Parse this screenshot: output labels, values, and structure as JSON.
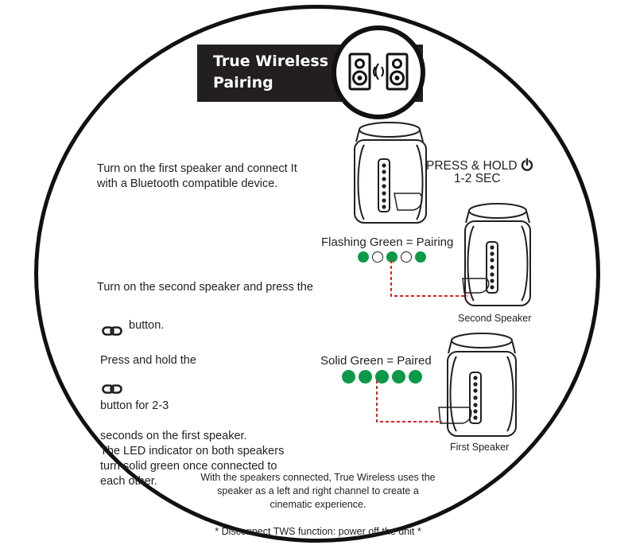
{
  "header": {
    "title": "True Wireless\nPairing",
    "icon": "speakers-wireless-icon"
  },
  "press_hold": {
    "line1": "PRESS & HOLD",
    "line2": "1-2 SEC",
    "icon": "power-icon"
  },
  "steps": [
    {
      "text": "Turn on the first speaker and connect It\nwith a Bluetooth compatible device."
    },
    {
      "text_before": "Turn on the second speaker and press the",
      "text_after": "button.",
      "icon": "tws-link-icon"
    },
    {
      "text_before": "Press and hold the",
      "text_after": "button for 2-3",
      "text_rest": "seconds on the first speaker.\nThe LED indicator on both speakers\nturn solid green once connected to\neach other.",
      "icon": "tws-link-icon"
    }
  ],
  "status": {
    "flashing": {
      "label": "Flashing Green = Pairing",
      "leds": [
        "on",
        "off",
        "on",
        "off",
        "on"
      ]
    },
    "solid": {
      "label": "Solid Green = Paired",
      "leds": [
        "on",
        "on",
        "on",
        "on",
        "on"
      ]
    }
  },
  "speakers": {
    "second_label": "Second Speaker",
    "first_label": "First Speaker"
  },
  "footer": {
    "text": "With the speakers connected, True Wireless uses the\nspeaker as a left and right channel to create a\ncinematic experience.",
    "note": "* Disconnect TWS function: power off the unit *"
  },
  "colors": {
    "green": "#0b9a48",
    "red_dash": "#e02020",
    "dark": "#231f20"
  }
}
